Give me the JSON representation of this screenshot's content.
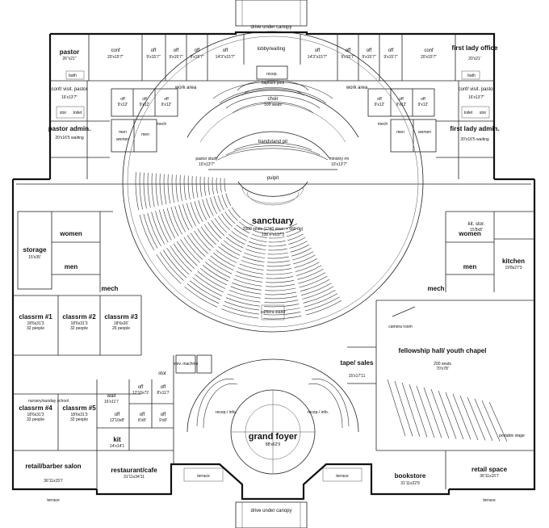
{
  "top": {
    "drive": "drive under canopy",
    "lobby": "lobby/waiting",
    "recep": "recep."
  },
  "left_wing": {
    "pastor": {
      "name": "pastor",
      "dim": "26\"x21\""
    },
    "conf": {
      "name": "conf",
      "dim": "20'x15'7\""
    },
    "off1": {
      "name": "off",
      "dim": "9'x15'7\""
    },
    "off2": {
      "name": "off",
      "dim": "9'x15'7\""
    },
    "off3": {
      "name": "off",
      "dim": "9'x15'7\""
    },
    "off4": {
      "name": "off",
      "dim": "14'3\"x15'7\""
    },
    "confvisit": {
      "name": "conf/ visit. pastor",
      "dim": "16'x13'7\""
    },
    "small_off": {
      "name": "off",
      "dim": "9'x12'"
    },
    "work": "work area",
    "admin": {
      "name": "pastor admin.",
      "dim": "20'x16'5 waiting"
    },
    "bath": "bath",
    "stor": "stor",
    "toilet": "toilet",
    "mech": "mech",
    "women": "women",
    "men": "men",
    "study": {
      "name": "pastor study",
      "dim": "10'x13'7\""
    }
  },
  "right_wing": {
    "lady": {
      "name": "first lady office",
      "dim": "20'x21'"
    },
    "conf": {
      "name": "conf",
      "dim": "20'x15'7\""
    },
    "off4": {
      "name": "off",
      "dim": "14'3\"x15'7\""
    },
    "off_dim": "9'x15'7\"",
    "confvisit": {
      "name": "conf/ visit. pastor",
      "dim": "16'x13'7\""
    },
    "admin": {
      "name": "first lady admin.",
      "dim": "20'x16'5 waiting"
    },
    "work": "work area",
    "ministry": {
      "name": "ministry rm",
      "dim": "10'x13'7\""
    }
  },
  "center": {
    "choir": {
      "name": "choir",
      "seats": "100 seats"
    },
    "bandstand": "bandstand pit",
    "baptism": "baptism pool",
    "pulpit": "pulpit",
    "sanctuary": {
      "name": "sanctuary",
      "seats": "2000 seats (1340 down + 660 up)",
      "dim": "132'6\"x117'3"
    },
    "camera": "camera stand"
  },
  "west": {
    "storage": {
      "name": "storage",
      "dim": "15'x35'"
    },
    "women": "women",
    "men": "men",
    "mech": "mech",
    "c1": {
      "name": "classrm #1",
      "dim": "18'6x31'3",
      "cap": "32 people"
    },
    "c2": {
      "name": "classrm #2",
      "dim": "18'6x31'3",
      "cap": "32 people"
    },
    "c3": {
      "name": "classrm #3",
      "dim": "18'6x26'",
      "cap": "26 people"
    },
    "nursery": "nursery/sunday school",
    "c4": {
      "name": "classrm #4",
      "dim": "18'6x31'3",
      "cap": "32 people"
    },
    "c5": {
      "name": "classrm #5",
      "dim": "18'6x31'3",
      "cap": "32 people"
    },
    "stor": "stor",
    "elev": "elev. machine",
    "wait": {
      "name": "wait",
      "dim": "16'x11'7"
    },
    "offa": {
      "name": "off",
      "dim": "12'10x72"
    },
    "offb": {
      "name": "off",
      "dim": "8'x11'7"
    },
    "offc": {
      "name": "off",
      "dim": "12'10x8'"
    },
    "offd": {
      "name": "off",
      "dim": "8'x8'"
    },
    "offe": {
      "name": "off",
      "dim": "9'x8'"
    },
    "kit": {
      "name": "kit",
      "dim": "14'x14'1"
    },
    "retail": {
      "name": "retail/barber salon",
      "dim": "36'11x15'7"
    },
    "resto": {
      "name": "restaurant/cafe",
      "dim": "31'11x34'11"
    },
    "terrace": "terrace"
  },
  "east": {
    "kitstor": {
      "name": "kit. stor.",
      "dim": "15'8x8'"
    },
    "women": "women",
    "men": "men",
    "kitchen": {
      "name": "kitchen",
      "dim": "19'8x27'3"
    },
    "mech": "mech",
    "cameraroom": "camera room",
    "fellowship": {
      "name": "fellowship hall/ youth chapel",
      "seats": "200 seats",
      "dim": "70'x78'"
    },
    "tape": {
      "name": "tape/ sales",
      "dim": "15'x17'11"
    },
    "bookstore": {
      "name": "bookstore",
      "dim": "31'11x22'9"
    },
    "retail": {
      "name": "retail space",
      "dim": "36'11x15'7"
    },
    "stage": "portable stage"
  },
  "south": {
    "foyer": {
      "name": "grand foyer",
      "dim": "88'x62'9"
    },
    "recep_l": "recep./ info.",
    "recep_r": "recep./ info.",
    "terrace": "terrace",
    "drive": "drive under canopy"
  }
}
